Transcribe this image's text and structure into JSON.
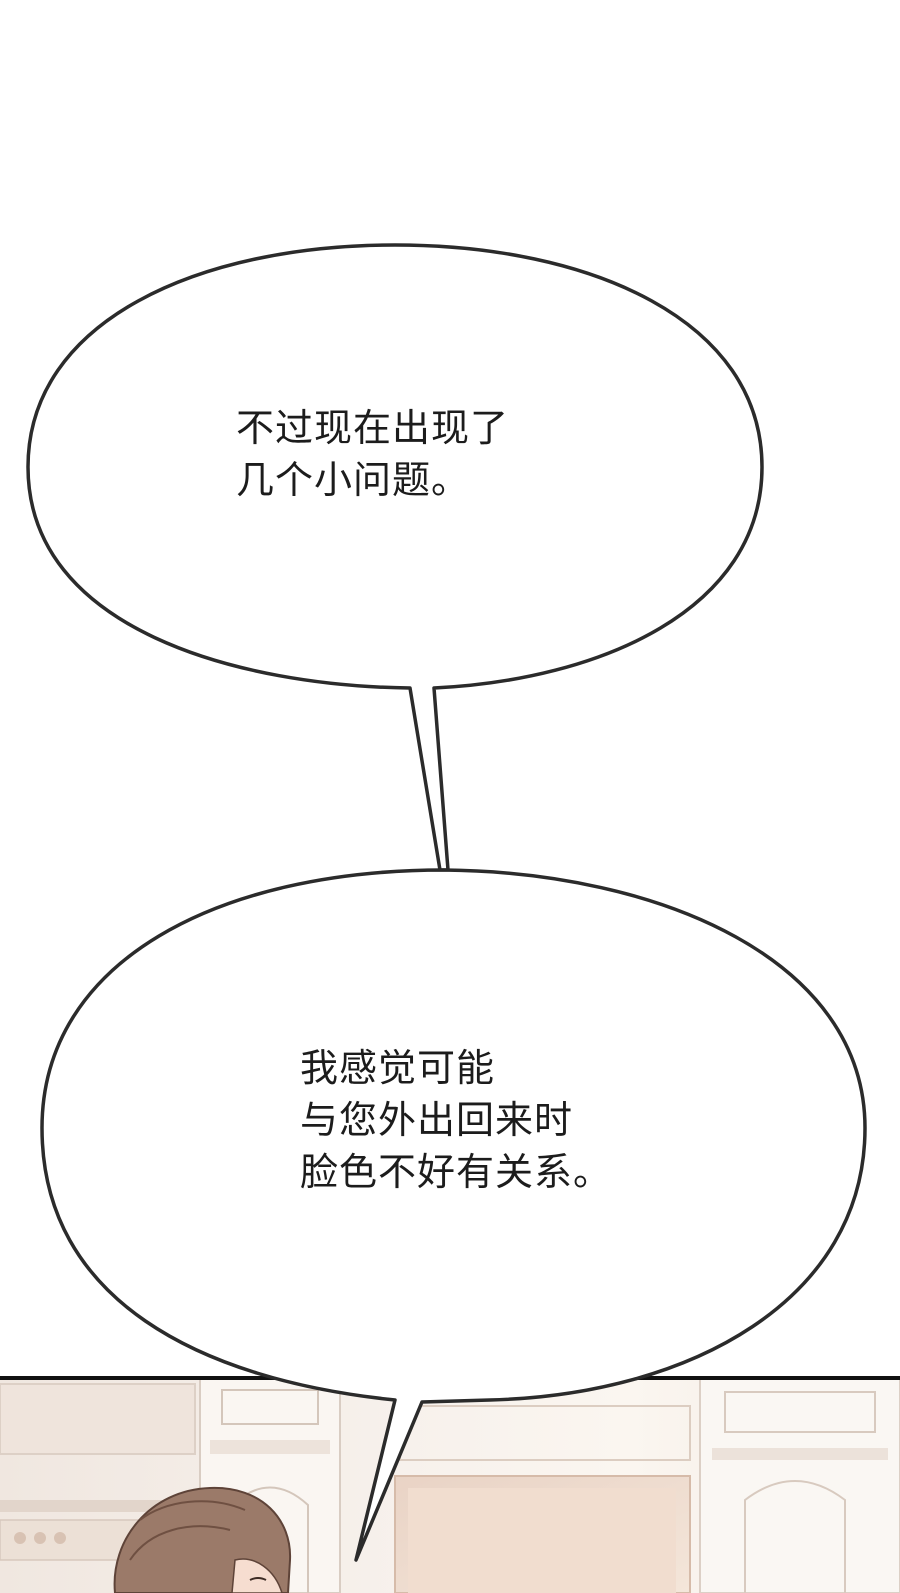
{
  "bubbles": [
    {
      "lines": [
        "不过现在出现了",
        "几个小问题。"
      ]
    },
    {
      "lines": [
        "我感觉可能",
        "与您外出回来时",
        "脸色不好有关系。"
      ]
    }
  ],
  "colors": {
    "background": "#ffffff",
    "bubble_outline": "#2b2b2b",
    "panel_border": "#111111",
    "scene_wall": "#f3ebe4",
    "character_hair": "#9b7a69"
  }
}
